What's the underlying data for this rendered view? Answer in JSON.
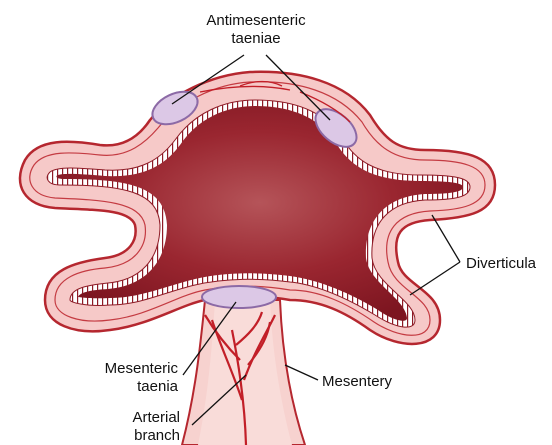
{
  "labels": {
    "antimesenteric_line1": "Antimesenteric",
    "antimesenteric_line2": "taeniae",
    "diverticula": "Diverticula",
    "mesenteric_line1": "Mesenteric",
    "mesenteric_line2": "taenia",
    "mesentery": "Mesentery",
    "arterial_line1": "Arterial",
    "arterial_line2": "branch"
  },
  "colors": {
    "outer_wall": "#f6c9c8",
    "outline": "#b5272f",
    "lumen": "#8e1b26",
    "lumen_center": "#b04a4f",
    "taenia_fill": "#dcc8e6",
    "taenia_stroke": "#8c6aa6",
    "mesentery": "#f7d2cf",
    "artery": "#c21f28"
  }
}
